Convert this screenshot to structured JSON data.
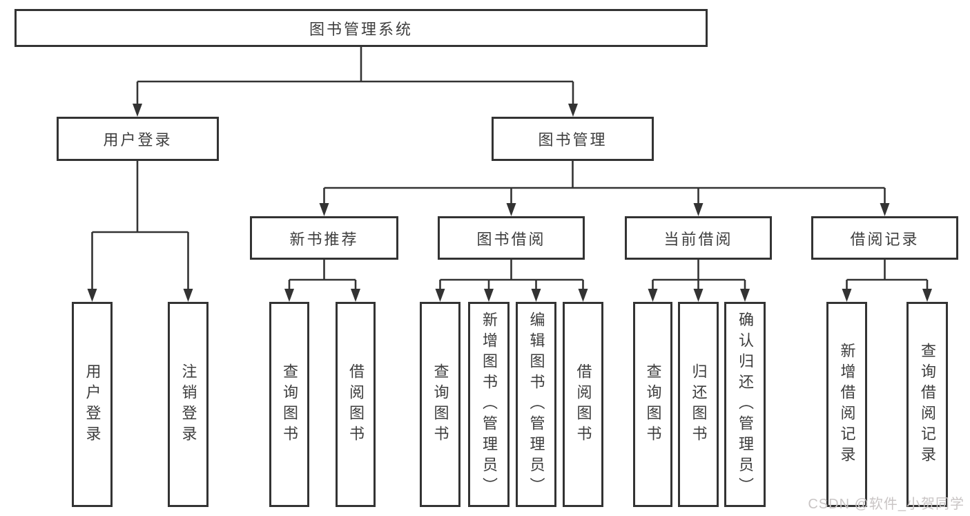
{
  "tree": {
    "label": "图书管理系统",
    "children": [
      {
        "label": "用户登录",
        "children": [
          {
            "label": "用户登录"
          },
          {
            "label": "注销登录"
          }
        ]
      },
      {
        "label": "图书管理",
        "children": [
          {
            "label": "新书推荐",
            "children": [
              {
                "label": "查询图书"
              },
              {
                "label": "借阅图书"
              }
            ]
          },
          {
            "label": "图书借阅",
            "children": [
              {
                "label": "查询图书"
              },
              {
                "label": "新增图书（管理员）"
              },
              {
                "label": "编辑图书（管理员）"
              },
              {
                "label": "借阅图书"
              }
            ]
          },
          {
            "label": "当前借阅",
            "children": [
              {
                "label": "查询图书"
              },
              {
                "label": "归还图书"
              },
              {
                "label": "确认归还（管理员）"
              }
            ]
          },
          {
            "label": "借阅记录",
            "children": [
              {
                "label": "新增借阅记录"
              },
              {
                "label": "查询借阅记录"
              }
            ]
          }
        ]
      }
    ]
  },
  "watermark": {
    "text": "CSDN @软件_小贺同学"
  },
  "colors": {
    "line": "#333333",
    "box_border": "#333333",
    "text": "#3d3d3d",
    "watermark": "#c9c5c5",
    "background": "#ffffff"
  }
}
